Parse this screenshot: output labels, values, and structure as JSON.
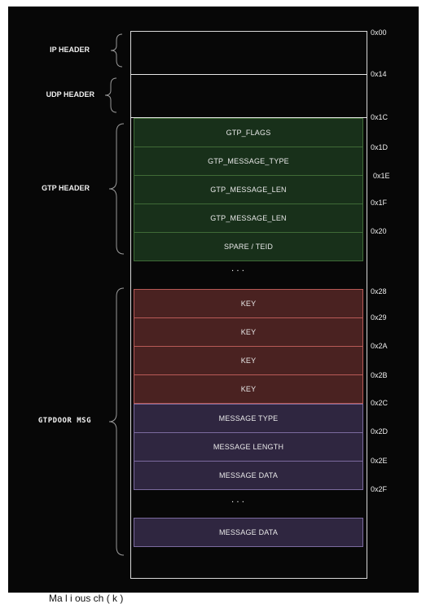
{
  "regions": {
    "ip_header": "IP HEADER",
    "udp_header": "UDP HEADER",
    "gtp_header": "GTP HEADER",
    "gtpdoor_msg": "GTPDOOR MSG"
  },
  "gtp_fields": [
    "GTP_FLAGS",
    "GTP_MESSAGE_TYPE",
    "GTP_MESSAGE_LEN",
    "GTP_MESSAGE_LEN",
    "SPARE / TEID"
  ],
  "key_fields": [
    "KEY",
    "KEY",
    "KEY",
    "KEY"
  ],
  "msg_fields": [
    "MESSAGE TYPE",
    "MESSAGE LENGTH",
    "MESSAGE DATA"
  ],
  "last_field": "MESSAGE DATA",
  "offsets": [
    "0x00",
    "0x14",
    "0x1C",
    "0x1D",
    "0x1E",
    "0x1F",
    "0x20",
    "0x28",
    "0x29",
    "0x2A",
    "0x2B",
    "0x2C",
    "0x2D",
    "0x2E",
    "0x2F"
  ],
  "ellipsis": "· · ·",
  "caption": "Ma l i     ous  ch    (   k  )",
  "colors": {
    "background": "#070707",
    "gtp_fill": "#18301a",
    "gtp_border": "#3f6b37",
    "key_fill": "#4a2221",
    "key_border": "#b85a57",
    "msg_fill": "#2f2640",
    "msg_border": "#7b6a9e"
  }
}
